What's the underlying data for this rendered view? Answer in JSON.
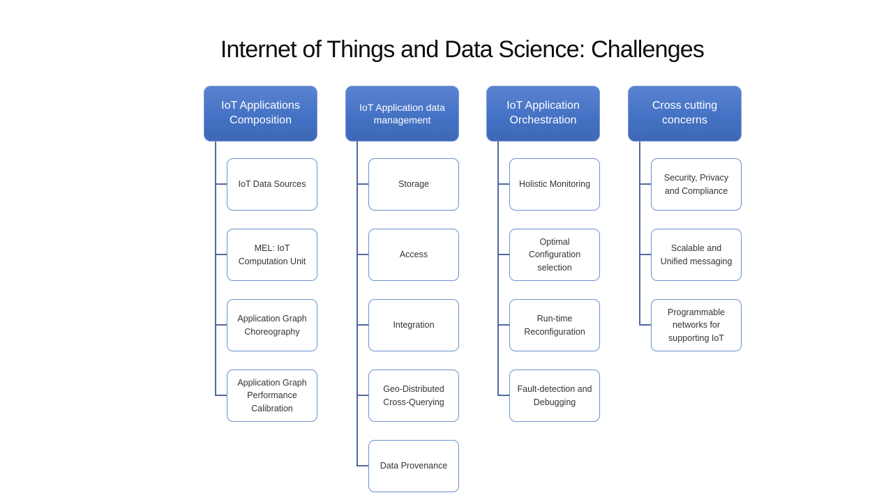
{
  "slide": {
    "title": "Internet of Things and Data Science: Challenges"
  },
  "colors": {
    "header_fill_top": "#5B83D1",
    "header_fill_bottom": "#3E68B6",
    "header_border": "#7A9ADA",
    "header_text": "#FFFFFF",
    "child_fill": "#FFFFFF",
    "child_border": "#6B90CC",
    "child_text": "#333333",
    "connector_line": "#51699B",
    "title_text": "#0D0D0D",
    "background": "#FFFFFF"
  },
  "diagram": {
    "type": "hierarchy",
    "columns": [
      {
        "header": "IoT Applications Composition",
        "children": [
          "IoT Data Sources",
          "MEL: IoT Computation Unit",
          "Application Graph Choreography",
          "Application Graph Performance Calibration"
        ]
      },
      {
        "header": "IoT Application data management",
        "children": [
          "Storage",
          "Access",
          "Integration",
          "Geo-Distributed Cross-Querying",
          "Data Provenance"
        ]
      },
      {
        "header": "IoT Application Orchestration",
        "children": [
          "Holistic Monitoring",
          "Optimal Configuration selection",
          "Run-time Reconfiguration",
          "Fault-detection and Debugging"
        ]
      },
      {
        "header": "Cross cutting concerns",
        "children": [
          "Security, Privacy and Compliance",
          "Scalable and Unified messaging",
          "Programmable networks for supporting IoT"
        ]
      }
    ]
  }
}
